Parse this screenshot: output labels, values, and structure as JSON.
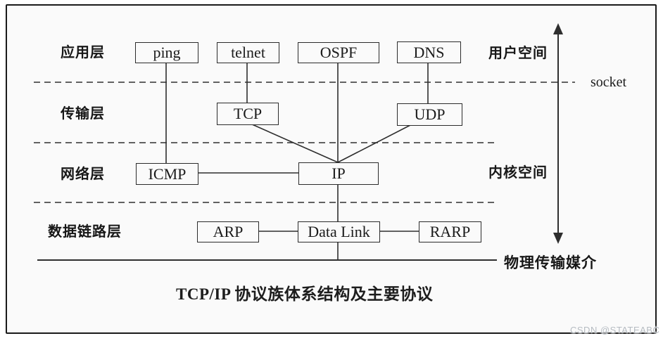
{
  "diagram": {
    "caption": "TCP/IP 协议族体系结构及主要协议",
    "layer_labels": {
      "application": "应用层",
      "transport": "传输层",
      "network": "网络层",
      "data_link": "数据链路层"
    },
    "region_labels": {
      "user_space": "用户空间",
      "kernel_space": "内核空间",
      "socket": "socket",
      "physical_medium": "物理传输媒介"
    },
    "nodes": {
      "ping": "ping",
      "telnet": "telnet",
      "ospf": "OSPF",
      "dns": "DNS",
      "tcp": "TCP",
      "udp": "UDP",
      "icmp": "ICMP",
      "ip": "IP",
      "arp": "ARP",
      "data_link": "Data Link",
      "rarp": "RARP"
    },
    "colors": {
      "ink": "#2e2e2e",
      "background": "#fafafa",
      "frame_border": "#1a1a1a",
      "watermark": "#b4bac0"
    }
  },
  "page": {
    "watermark": "CSDN @STATEABC"
  }
}
